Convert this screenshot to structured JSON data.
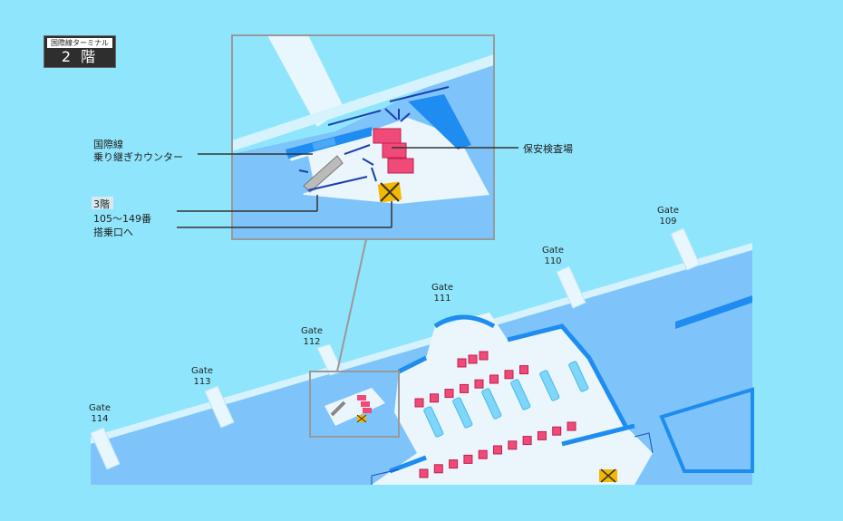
{
  "badge": {
    "terminal": "国際線ターミナル",
    "floor": "2 階"
  },
  "labels": {
    "transfer_line1": "国際線",
    "transfer_line2": "乗り継ぎカウンター",
    "security": "保安検査場",
    "floor3": "3階",
    "gates_range": "105～149番",
    "to_gates": "搭乗口へ"
  },
  "gates": [
    {
      "word": "Gate",
      "num": "109"
    },
    {
      "word": "Gate",
      "num": "110"
    },
    {
      "word": "Gate",
      "num": "111"
    },
    {
      "word": "Gate",
      "num": "112"
    },
    {
      "word": "Gate",
      "num": "113"
    },
    {
      "word": "Gate",
      "num": "114"
    }
  ],
  "colors": {
    "sky": "#8fe6fc",
    "building": "#7ec4fb",
    "wall": "#1e8cf0",
    "floor": "#eaf6fc",
    "security": "#f04a78",
    "exit": "#f5b800"
  }
}
